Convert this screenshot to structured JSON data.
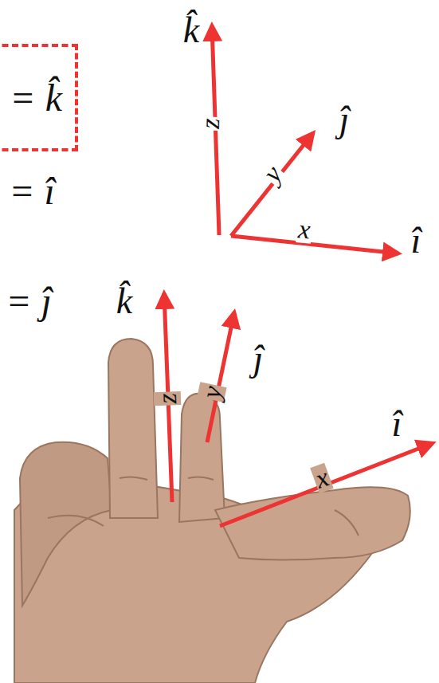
{
  "diagram": {
    "nodes": [
      {
        "text": [
          "= k̂"
        ]
      }
    ],
    "labels": [
      "= î",
      "= ĵ",
      "k̂",
      "z",
      "ĵ",
      "y",
      "x",
      "î",
      "k̂",
      "z",
      "y",
      "ĵ",
      "î",
      "x"
    ]
  }
}
